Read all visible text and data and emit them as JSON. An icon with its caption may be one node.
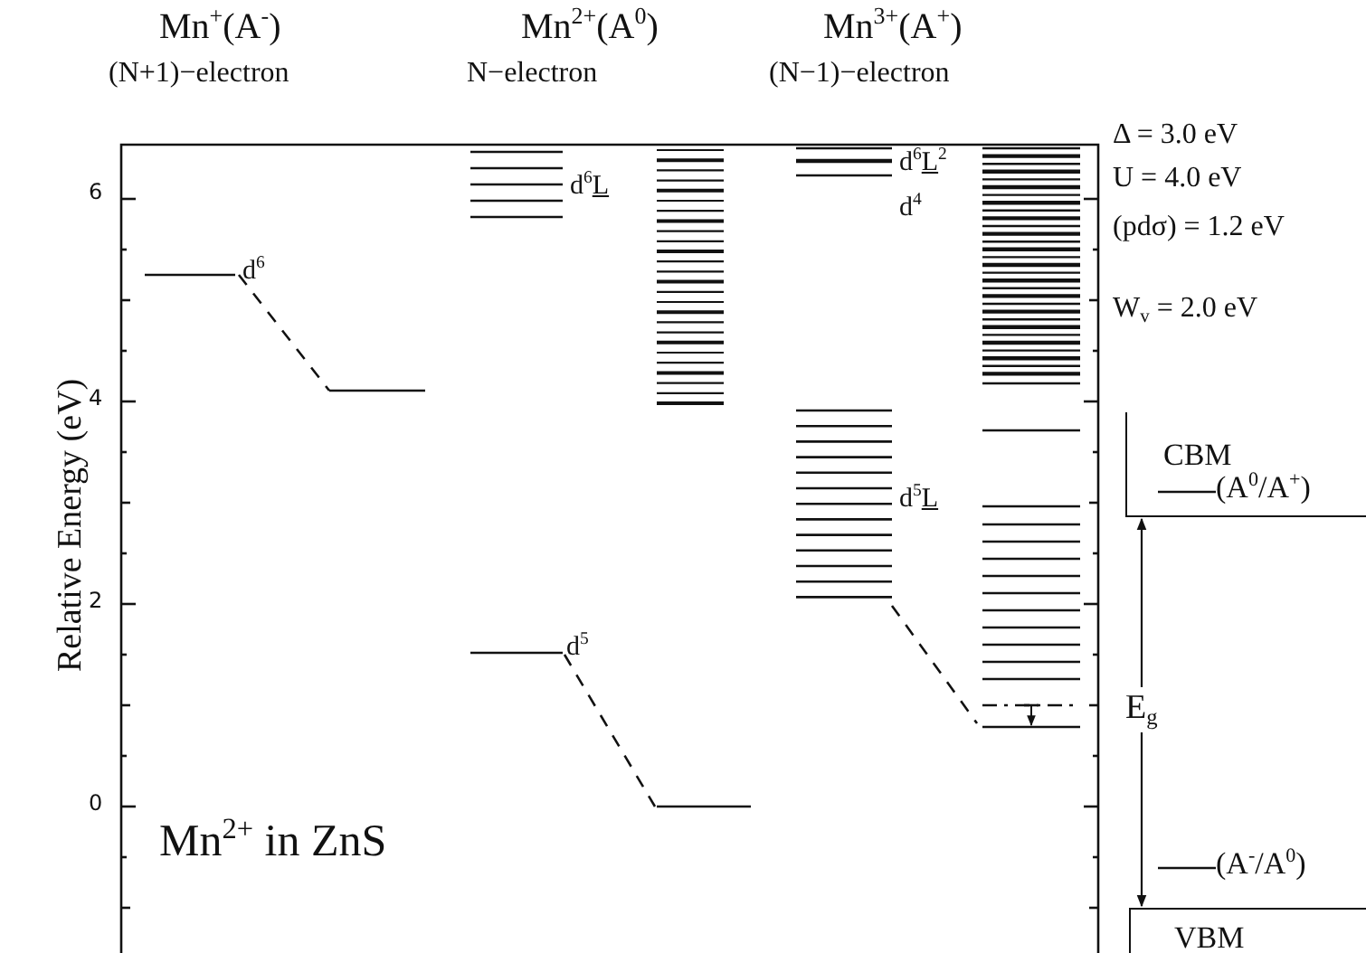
{
  "diagram": {
    "nodes": [
      {
        "text": [
          "CBM"
        ]
      },
      {
        "text": [
          "VBM"
        ]
      }
    ],
    "edges": [
      {
        "from": 0,
        "to": 1,
        "arrow": "both",
        "label": "E$_{g}$"
      }
    ],
    "labels": [
      "Mn$^{+}$(A$^{-}$)",
      "Mn$^{2+}$(A$^{0}$)",
      "Mn$^{3+}$(A$^{+}$)",
      "(N+1)−electron",
      "N−electron",
      "(N−1)−electron",
      "Δ = 3.0 eV",
      "U = 4.0 eV",
      "(pdσ) = 1.2 eV",
      "W$_{v}$ = 2.0 eV",
      "Relative Energy (eV)",
      "6",
      "4",
      "2",
      "0",
      "d$^{6}$",
      "d$^{6}$L",
      "d$^{5}$",
      "d$^{6}$L$^{2}$",
      "d$^{4}$",
      "d$^{5}$L",
      "Mn$^{2+}$ in ZnS",
      "(A$^{0}$/A$^{+}$)",
      "(A$^{-}$/A$^{0}$)"
    ]
  }
}
